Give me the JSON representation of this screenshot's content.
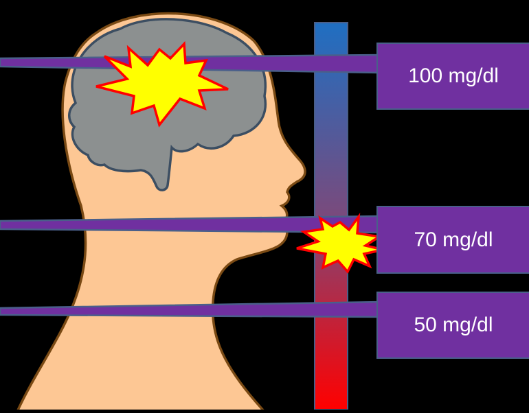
{
  "labels": [
    {
      "text": "100 mg/dl"
    },
    {
      "text": "70 mg/dl"
    },
    {
      "text": "50 mg/dl"
    }
  ],
  "colors": {
    "background": "#000000",
    "skin": "#fdc794",
    "skin_outline": "#7a4a14",
    "brain": "#8c9090",
    "brain_outline": "#3c4e62",
    "label_fill": "#7030a0",
    "pointer_border": "#4a5f8a",
    "scale_top": "#1f6fc2",
    "scale_bottom": "#ff0000",
    "burst_fill": "#ffff00",
    "burst_outline": "#ff0000"
  },
  "icons": [
    "head-profile-icon",
    "brain-icon",
    "explosion-burst-icon",
    "glucose-scale-bar"
  ]
}
